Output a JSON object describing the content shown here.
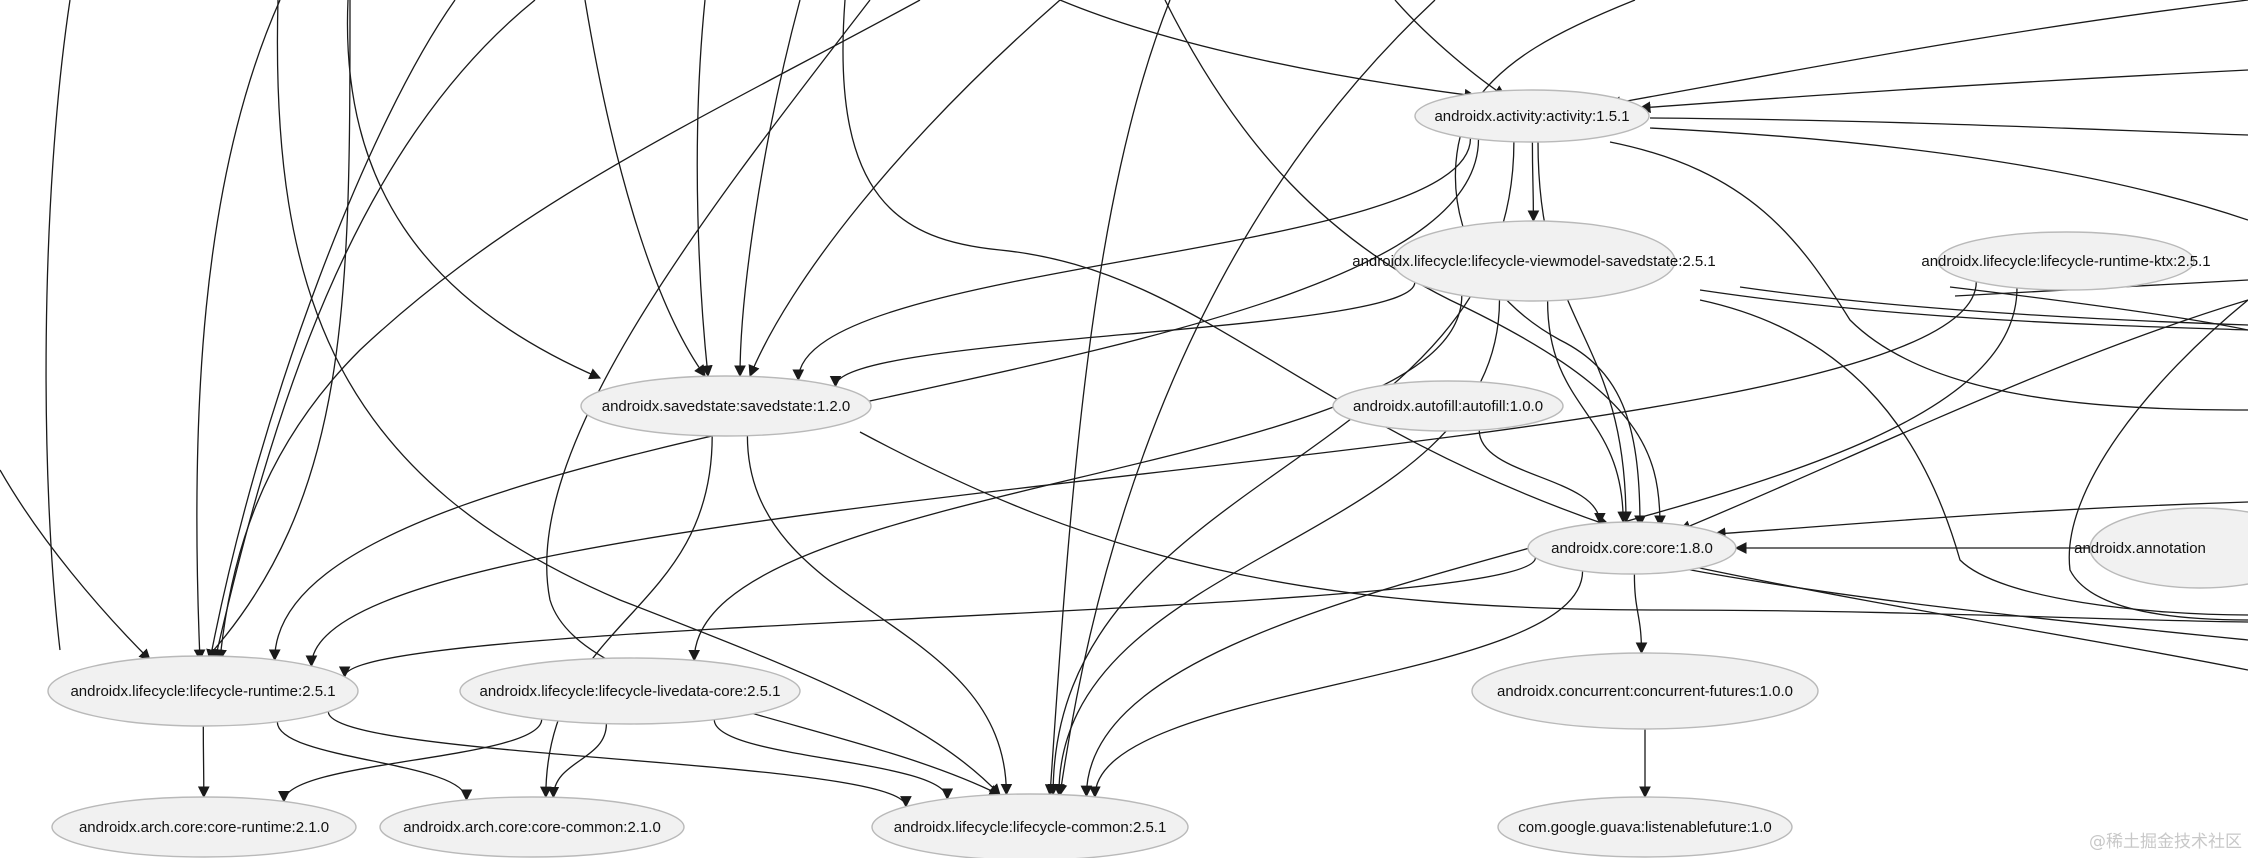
{
  "nodes": [
    {
      "id": "activity",
      "label": "androidx.activity:activity:1.5.1"
    },
    {
      "id": "vm_savedstate",
      "label": "androidx.lifecycle:lifecycle-viewmodel-savedstate:2.5.1"
    },
    {
      "id": "runtime_ktx",
      "label": "androidx.lifecycle:lifecycle-runtime-ktx:2.5.1"
    },
    {
      "id": "savedstate",
      "label": "androidx.savedstate:savedstate:1.2.0"
    },
    {
      "id": "autofill",
      "label": "androidx.autofill:autofill:1.0.0"
    },
    {
      "id": "core",
      "label": "androidx.core:core:1.8.0"
    },
    {
      "id": "annotation",
      "label": "androidx.annotation"
    },
    {
      "id": "lc_runtime",
      "label": "androidx.lifecycle:lifecycle-runtime:2.5.1"
    },
    {
      "id": "livedata_core",
      "label": "androidx.lifecycle:lifecycle-livedata-core:2.5.1"
    },
    {
      "id": "concurrent",
      "label": "androidx.concurrent:concurrent-futures:1.0.0"
    },
    {
      "id": "arch_runtime",
      "label": "androidx.arch.core:core-runtime:2.1.0"
    },
    {
      "id": "arch_common",
      "label": "androidx.arch.core:core-common:2.1.0"
    },
    {
      "id": "lc_common",
      "label": "androidx.lifecycle:lifecycle-common:2.5.1"
    },
    {
      "id": "listenable",
      "label": "com.google.guava:listenablefuture:1.0"
    }
  ],
  "edges": [
    [
      "activity",
      "vm_savedstate"
    ],
    [
      "activity",
      "savedstate"
    ],
    [
      "activity",
      "lc_runtime"
    ],
    [
      "activity",
      "lc_common"
    ],
    [
      "activity",
      "core"
    ],
    [
      "vm_savedstate",
      "savedstate"
    ],
    [
      "vm_savedstate",
      "livedata_core"
    ],
    [
      "vm_savedstate",
      "lc_common"
    ],
    [
      "vm_savedstate",
      "core"
    ],
    [
      "runtime_ktx",
      "lc_runtime"
    ],
    [
      "runtime_ktx",
      "lc_common"
    ],
    [
      "savedstate",
      "lc_common"
    ],
    [
      "savedstate",
      "arch_common"
    ],
    [
      "autofill",
      "core"
    ],
    [
      "core",
      "lc_runtime"
    ],
    [
      "core",
      "concurrent"
    ],
    [
      "core",
      "lc_common"
    ],
    [
      "annotation",
      "core"
    ],
    [
      "lc_runtime",
      "arch_runtime"
    ],
    [
      "lc_runtime",
      "arch_common"
    ],
    [
      "lc_runtime",
      "lc_common"
    ],
    [
      "livedata_core",
      "arch_runtime"
    ],
    [
      "livedata_core",
      "arch_common"
    ],
    [
      "livedata_core",
      "lc_common"
    ],
    [
      "concurrent",
      "listenable"
    ]
  ],
  "watermark": "@稀土掘金技术社区",
  "colors": {
    "node_fill": "#f1f1f1",
    "node_stroke": "#b9b9b9",
    "edge": "#1a1a1a",
    "watermark": "#c8c8c8"
  }
}
